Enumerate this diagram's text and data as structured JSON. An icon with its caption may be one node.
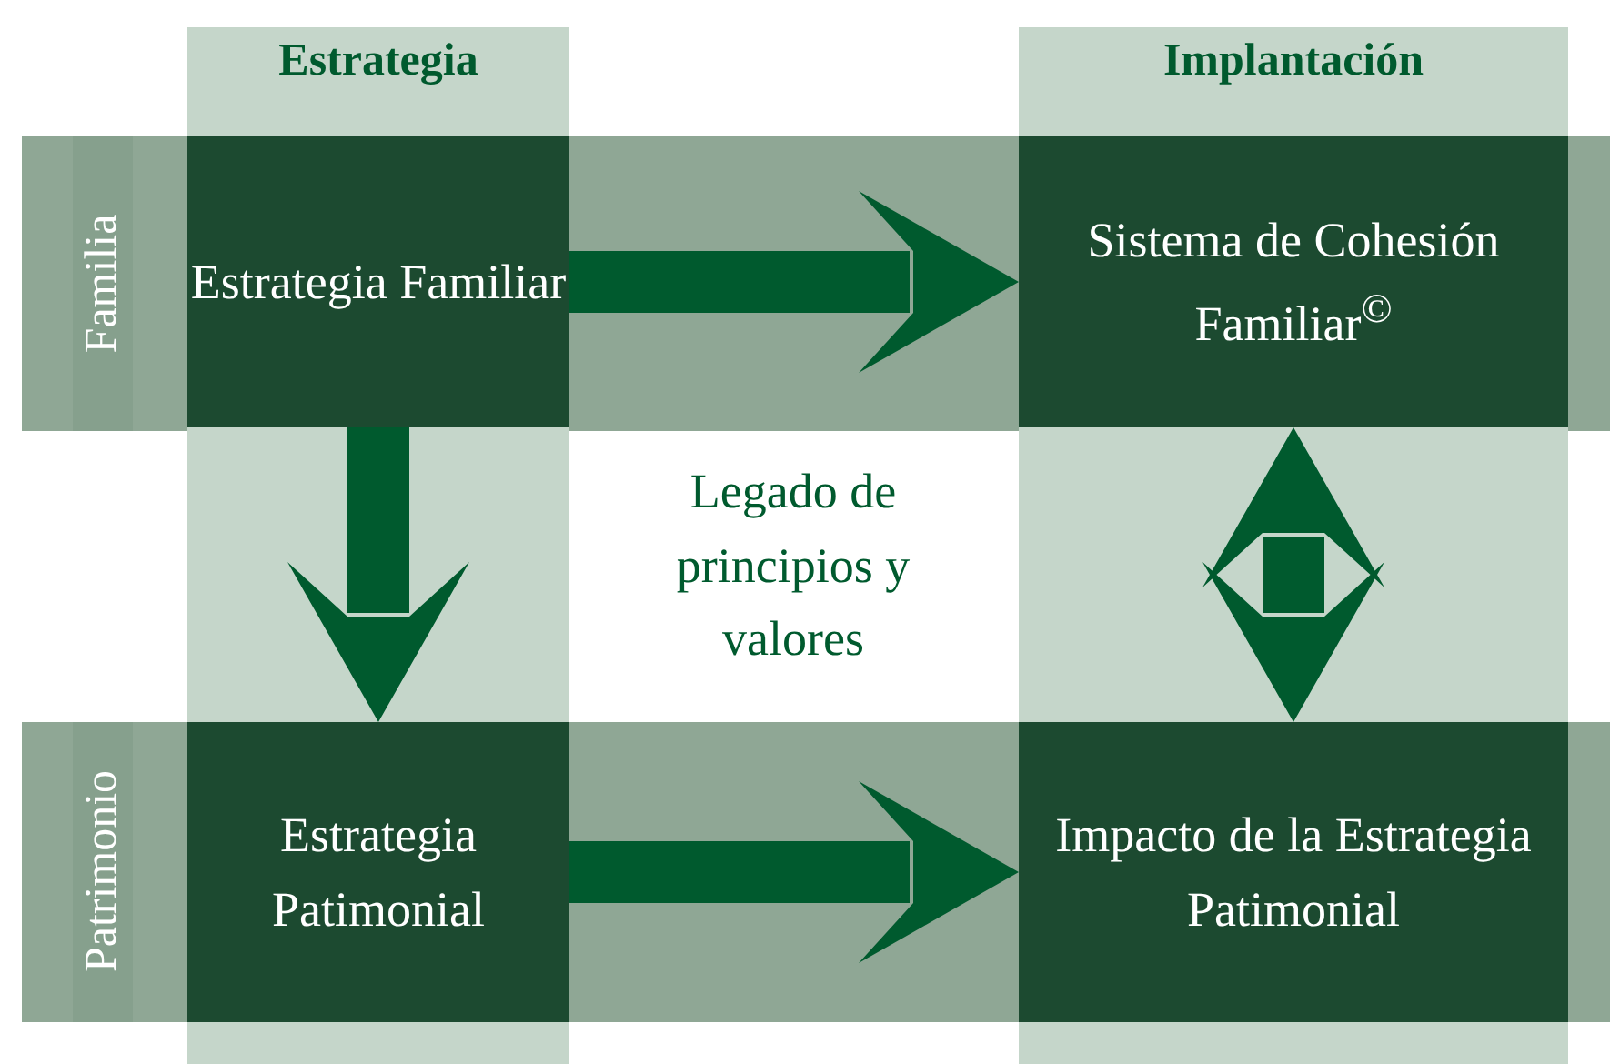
{
  "diagram": {
    "nodes": [
      {
        "text": [
          "Estrategia Familiar"
        ]
      },
      {
        "text": [
          "Sistema de Cohesión Familiar$^{©}$"
        ]
      },
      {
        "text": [
          "Estrategia Patimonial"
        ]
      },
      {
        "text": [
          "Impacto de la Estrategia Patimonial"
        ]
      }
    ],
    "edges": [
      {
        "from": 0,
        "to": 1,
        "arrow": "to"
      },
      {
        "from": 0,
        "to": 2,
        "arrow": "to"
      },
      {
        "from": 1,
        "to": 3,
        "arrow": "both"
      },
      {
        "from": 2,
        "to": 3,
        "arrow": "to"
      }
    ],
    "labels": [
      "Estrategia",
      "Implantación",
      "Familia",
      "Patrimonio",
      "Legado de principios y valores"
    ]
  }
}
